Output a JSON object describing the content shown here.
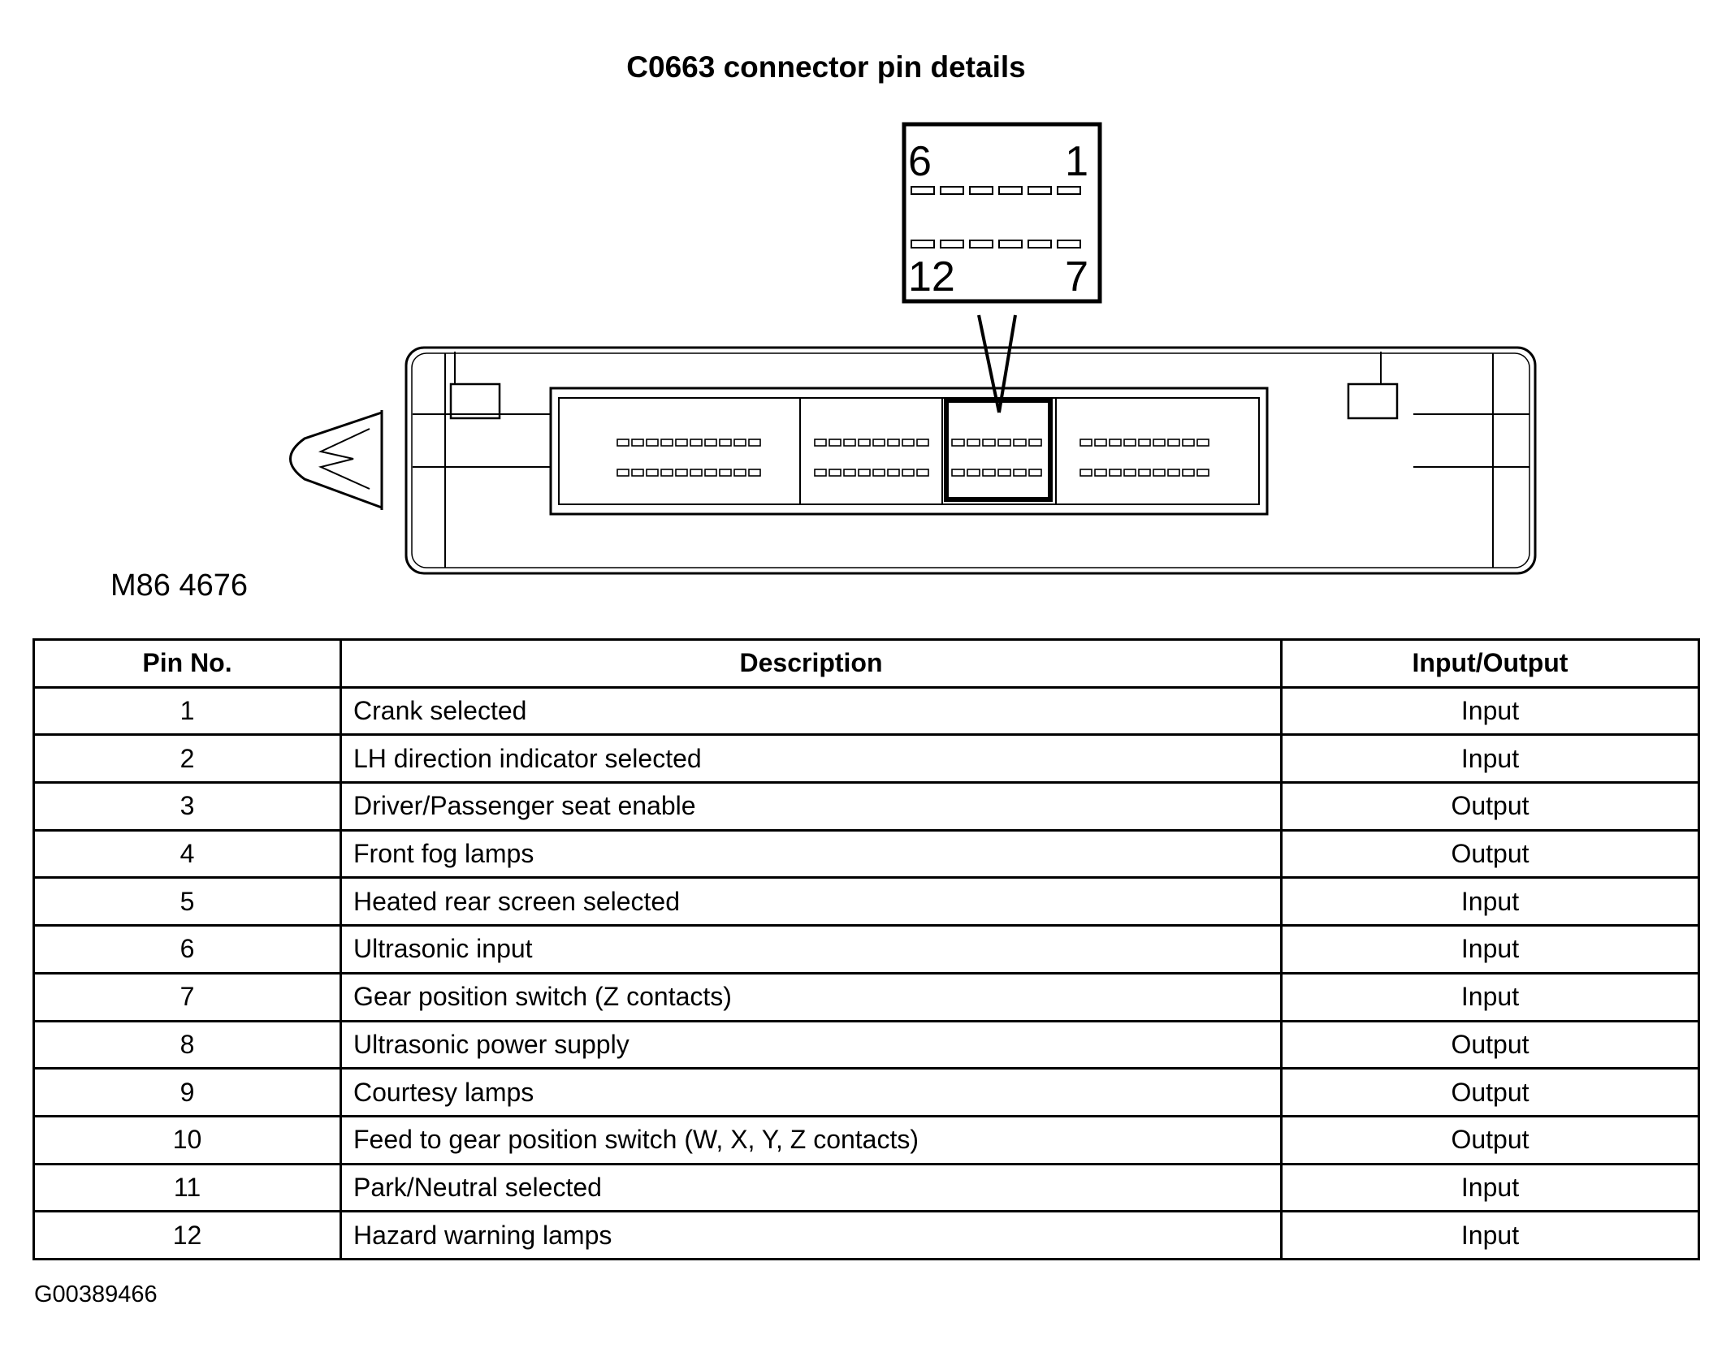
{
  "title": "C0663 connector pin details",
  "figure_ref": "M86 4676",
  "footer_ref": "G00389466",
  "connector": {
    "pin_labels": {
      "top_left": "6",
      "top_right": "1",
      "bottom_left": "12",
      "bottom_right": "7"
    }
  },
  "table": {
    "headers": [
      "Pin No.",
      "Description",
      "Input/Output"
    ],
    "rows": [
      {
        "pin": "1",
        "description": "Crank selected",
        "io": "Input"
      },
      {
        "pin": "2",
        "description": "LH direction indicator selected",
        "io": "Input"
      },
      {
        "pin": "3",
        "description": "Driver/Passenger seat enable",
        "io": "Output"
      },
      {
        "pin": "4",
        "description": "Front fog lamps",
        "io": "Output"
      },
      {
        "pin": "5",
        "description": "Heated rear screen selected",
        "io": "Input"
      },
      {
        "pin": "6",
        "description": "Ultrasonic input",
        "io": "Input"
      },
      {
        "pin": "7",
        "description": "Gear position switch (Z contacts)",
        "io": "Input"
      },
      {
        "pin": "8",
        "description": "Ultrasonic power supply",
        "io": "Output"
      },
      {
        "pin": "9",
        "description": "Courtesy lamps",
        "io": "Output"
      },
      {
        "pin": "10",
        "description": "Feed to gear position switch (W, X, Y, Z contacts)",
        "io": "Output"
      },
      {
        "pin": "11",
        "description": "Park/Neutral selected",
        "io": "Input"
      },
      {
        "pin": "12",
        "description": "Hazard warning lamps",
        "io": "Input"
      }
    ]
  }
}
